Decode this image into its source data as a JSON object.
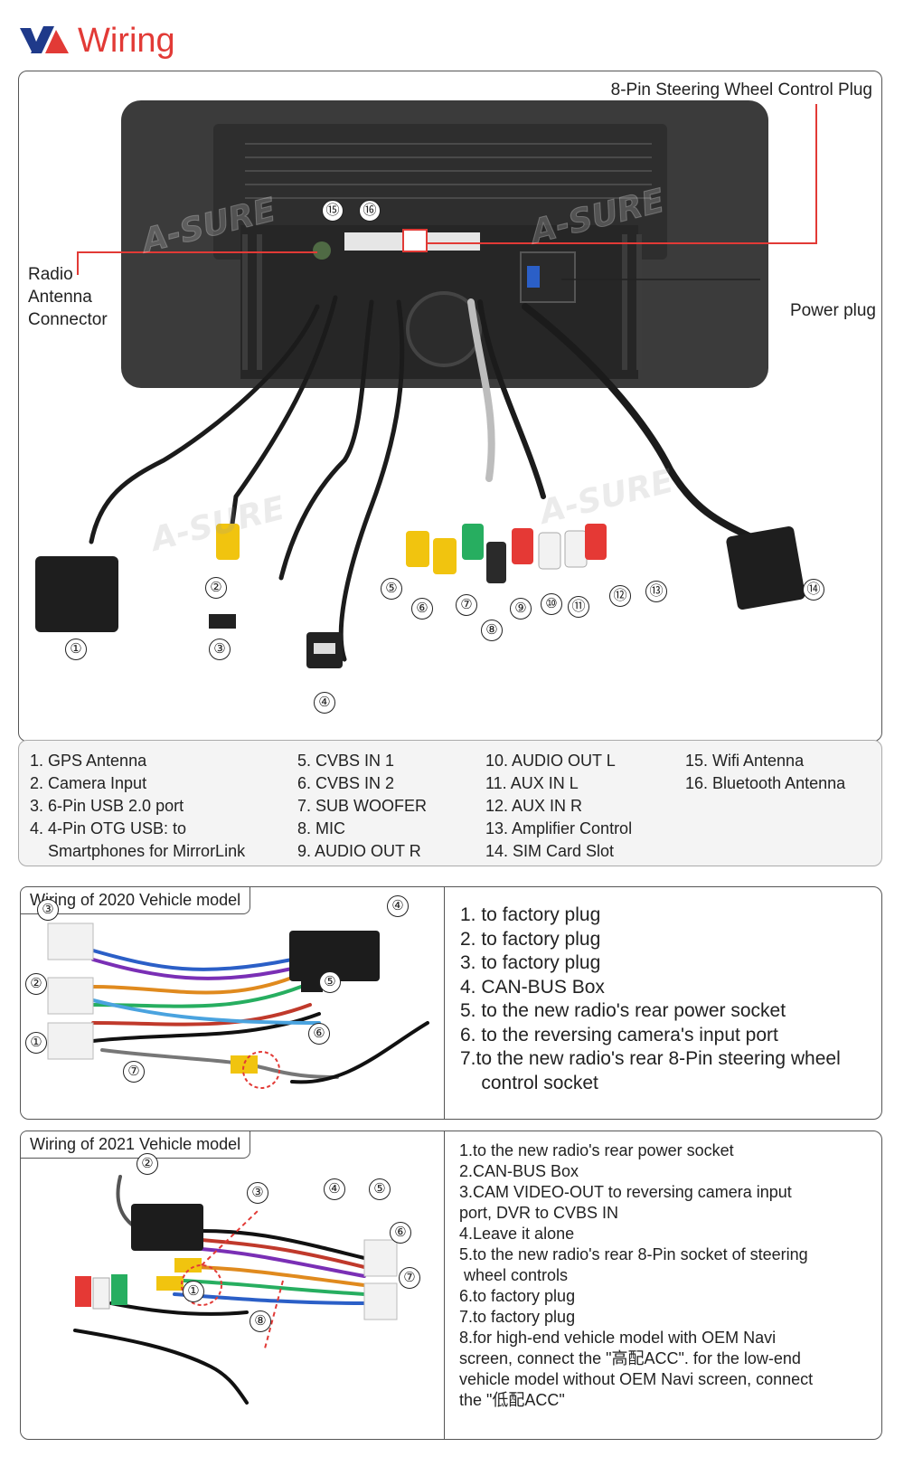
{
  "header": {
    "title": "Wiring"
  },
  "callouts": {
    "steering_plug": "8-Pin Steering Wheel Control Plug",
    "radio_antenna": [
      "Radio",
      "Antenna",
      "Connector"
    ],
    "power_plug": "Power plug"
  },
  "watermark": "A-SURE",
  "numbers": [
    "①",
    "②",
    "③",
    "④",
    "⑤",
    "⑥",
    "⑦",
    "⑧",
    "⑨",
    "⑩",
    "⑪",
    "⑫",
    "⑬",
    "⑭",
    "⑮",
    "⑯"
  ],
  "legend": {
    "col1": [
      "1. GPS Antenna",
      "2. Camera Input",
      "3. 6-Pin USB 2.0 port",
      "4. 4-Pin OTG USB: to",
      "    Smartphones for MirrorLink"
    ],
    "col2": [
      "5. CVBS IN 1",
      "6. CVBS IN 2",
      "7. SUB WOOFER",
      "8. MIC",
      "9. AUDIO OUT R"
    ],
    "col3": [
      "10. AUDIO OUT L",
      "11. AUX IN L",
      "12. AUX IN R",
      "13. Amplifier Control",
      "14. SIM Card Slot"
    ],
    "col4": [
      "15. Wifi Antenna",
      "16. Bluetooth Antenna"
    ]
  },
  "model2020": {
    "title": "Wiring of 2020 Vehicle model",
    "items": [
      "1. to factory plug",
      "2. to factory plug",
      "3. to factory plug",
      "4. CAN-BUS Box",
      "5. to the new radio's rear power socket",
      "6. to the reversing camera's input port",
      "7.to the new radio's rear 8-Pin steering wheel",
      "    control socket"
    ]
  },
  "model2021": {
    "title": "Wiring of 2021 Vehicle model",
    "items": [
      "1.to the new radio's rear power socket",
      "2.CAN-BUS Box",
      "3.CAM VIDEO-OUT to reversing camera input",
      "port, DVR to CVBS IN",
      "4.Leave it alone",
      "5.to the new radio's rear 8-Pin socket of steering",
      " wheel controls",
      "6.to factory plug",
      "7.to factory plug",
      "8.for high-end vehicle model with OEM Navi",
      "screen, connect the \"高配ACC\". for the low-end",
      "vehicle model without OEM Navi screen, connect",
      "the \"低配ACC\""
    ]
  },
  "colors": {
    "accent": "#e23a36",
    "logo_blue": "#1f3a8a",
    "unit_body": "#3a3a3a"
  }
}
